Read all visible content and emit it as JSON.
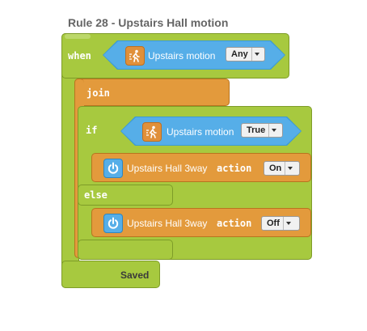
{
  "rule": {
    "title": "Rule 28 - Upstairs Hall motion"
  },
  "when_block": {
    "keyword": "when",
    "sensor_label": "Upstairs motion",
    "sensor_value": "Any"
  },
  "join_block": {
    "keyword": "join"
  },
  "if_block": {
    "keyword": "if",
    "sensor_label": "Upstairs motion",
    "sensor_value": "True"
  },
  "then_action": {
    "device_label": "Upstairs Hall 3way",
    "action_keyword": "action",
    "action_value": "On"
  },
  "else_block": {
    "keyword": "else"
  },
  "else_action": {
    "device_label": "Upstairs Hall 3way",
    "action_keyword": "action",
    "action_value": "Off"
  },
  "status": {
    "saved_label": "Saved"
  }
}
